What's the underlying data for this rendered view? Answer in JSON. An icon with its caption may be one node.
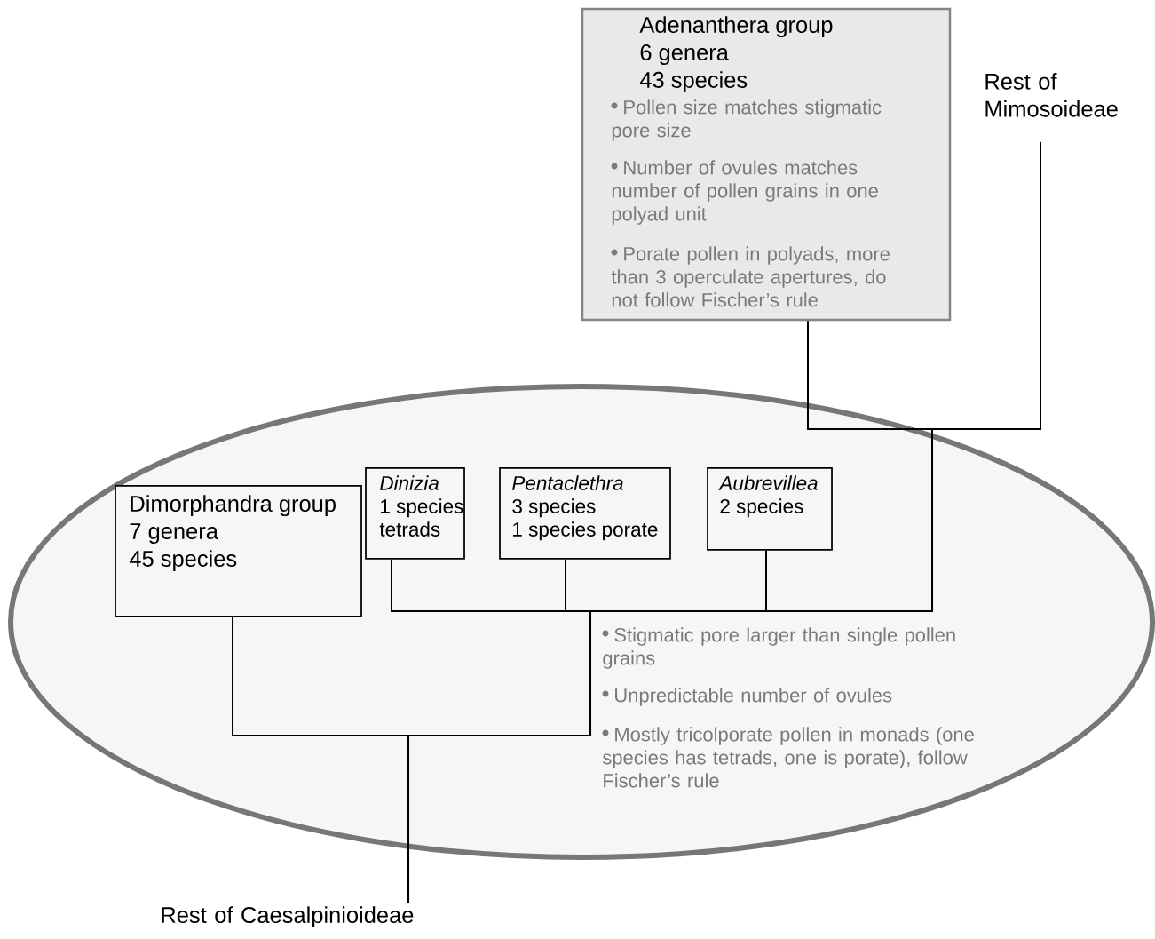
{
  "diagram": {
    "nodes": [
      {
        "text": [
          "Adenanthera group",
          "6 genera",
          "43 species",
          "Pollen size matches stigmatic pore size",
          "Number of ovules matches number of pollen grains in one polyad unit",
          "Porate pollen in polyads, more than 3 operculate  apertures, do not follow Fischer’s rule"
        ]
      },
      {
        "text": [
          "Rest of Mimosoideae"
        ]
      },
      {
        "text": [
          "Stigmatic pore larger than single pollen grains",
          "Unpredictable number of ovules",
          "Mostly tricolporate pollen in monads (one species has tetrads, one is porate), follow Fischer’s rule"
        ]
      },
      {
        "text": [
          "Dimorphandra group",
          "7 genera",
          "45 species"
        ],
        "in": 2
      },
      {
        "text": [
          "Dinizia",
          "1 species",
          "tetrads"
        ],
        "in": 2
      },
      {
        "text": [
          "Pentaclethra",
          "3 species",
          "1 species porate"
        ],
        "in": 2
      },
      {
        "text": [
          "Aubrevillea",
          "2 species"
        ],
        "in": 2
      },
      {
        "text": [
          "Rest of Caesalpinioideae"
        ]
      }
    ],
    "edges": [
      {
        "from": 7,
        "to": 0,
        "arrow": "none"
      },
      {
        "from": 7,
        "to": 1,
        "arrow": "none"
      },
      {
        "from": 7,
        "to": 3,
        "arrow": "none"
      },
      {
        "from": 7,
        "to": 4,
        "arrow": "none"
      },
      {
        "from": 7,
        "to": 5,
        "arrow": "none"
      },
      {
        "from": 7,
        "to": 6,
        "arrow": "none"
      }
    ]
  }
}
